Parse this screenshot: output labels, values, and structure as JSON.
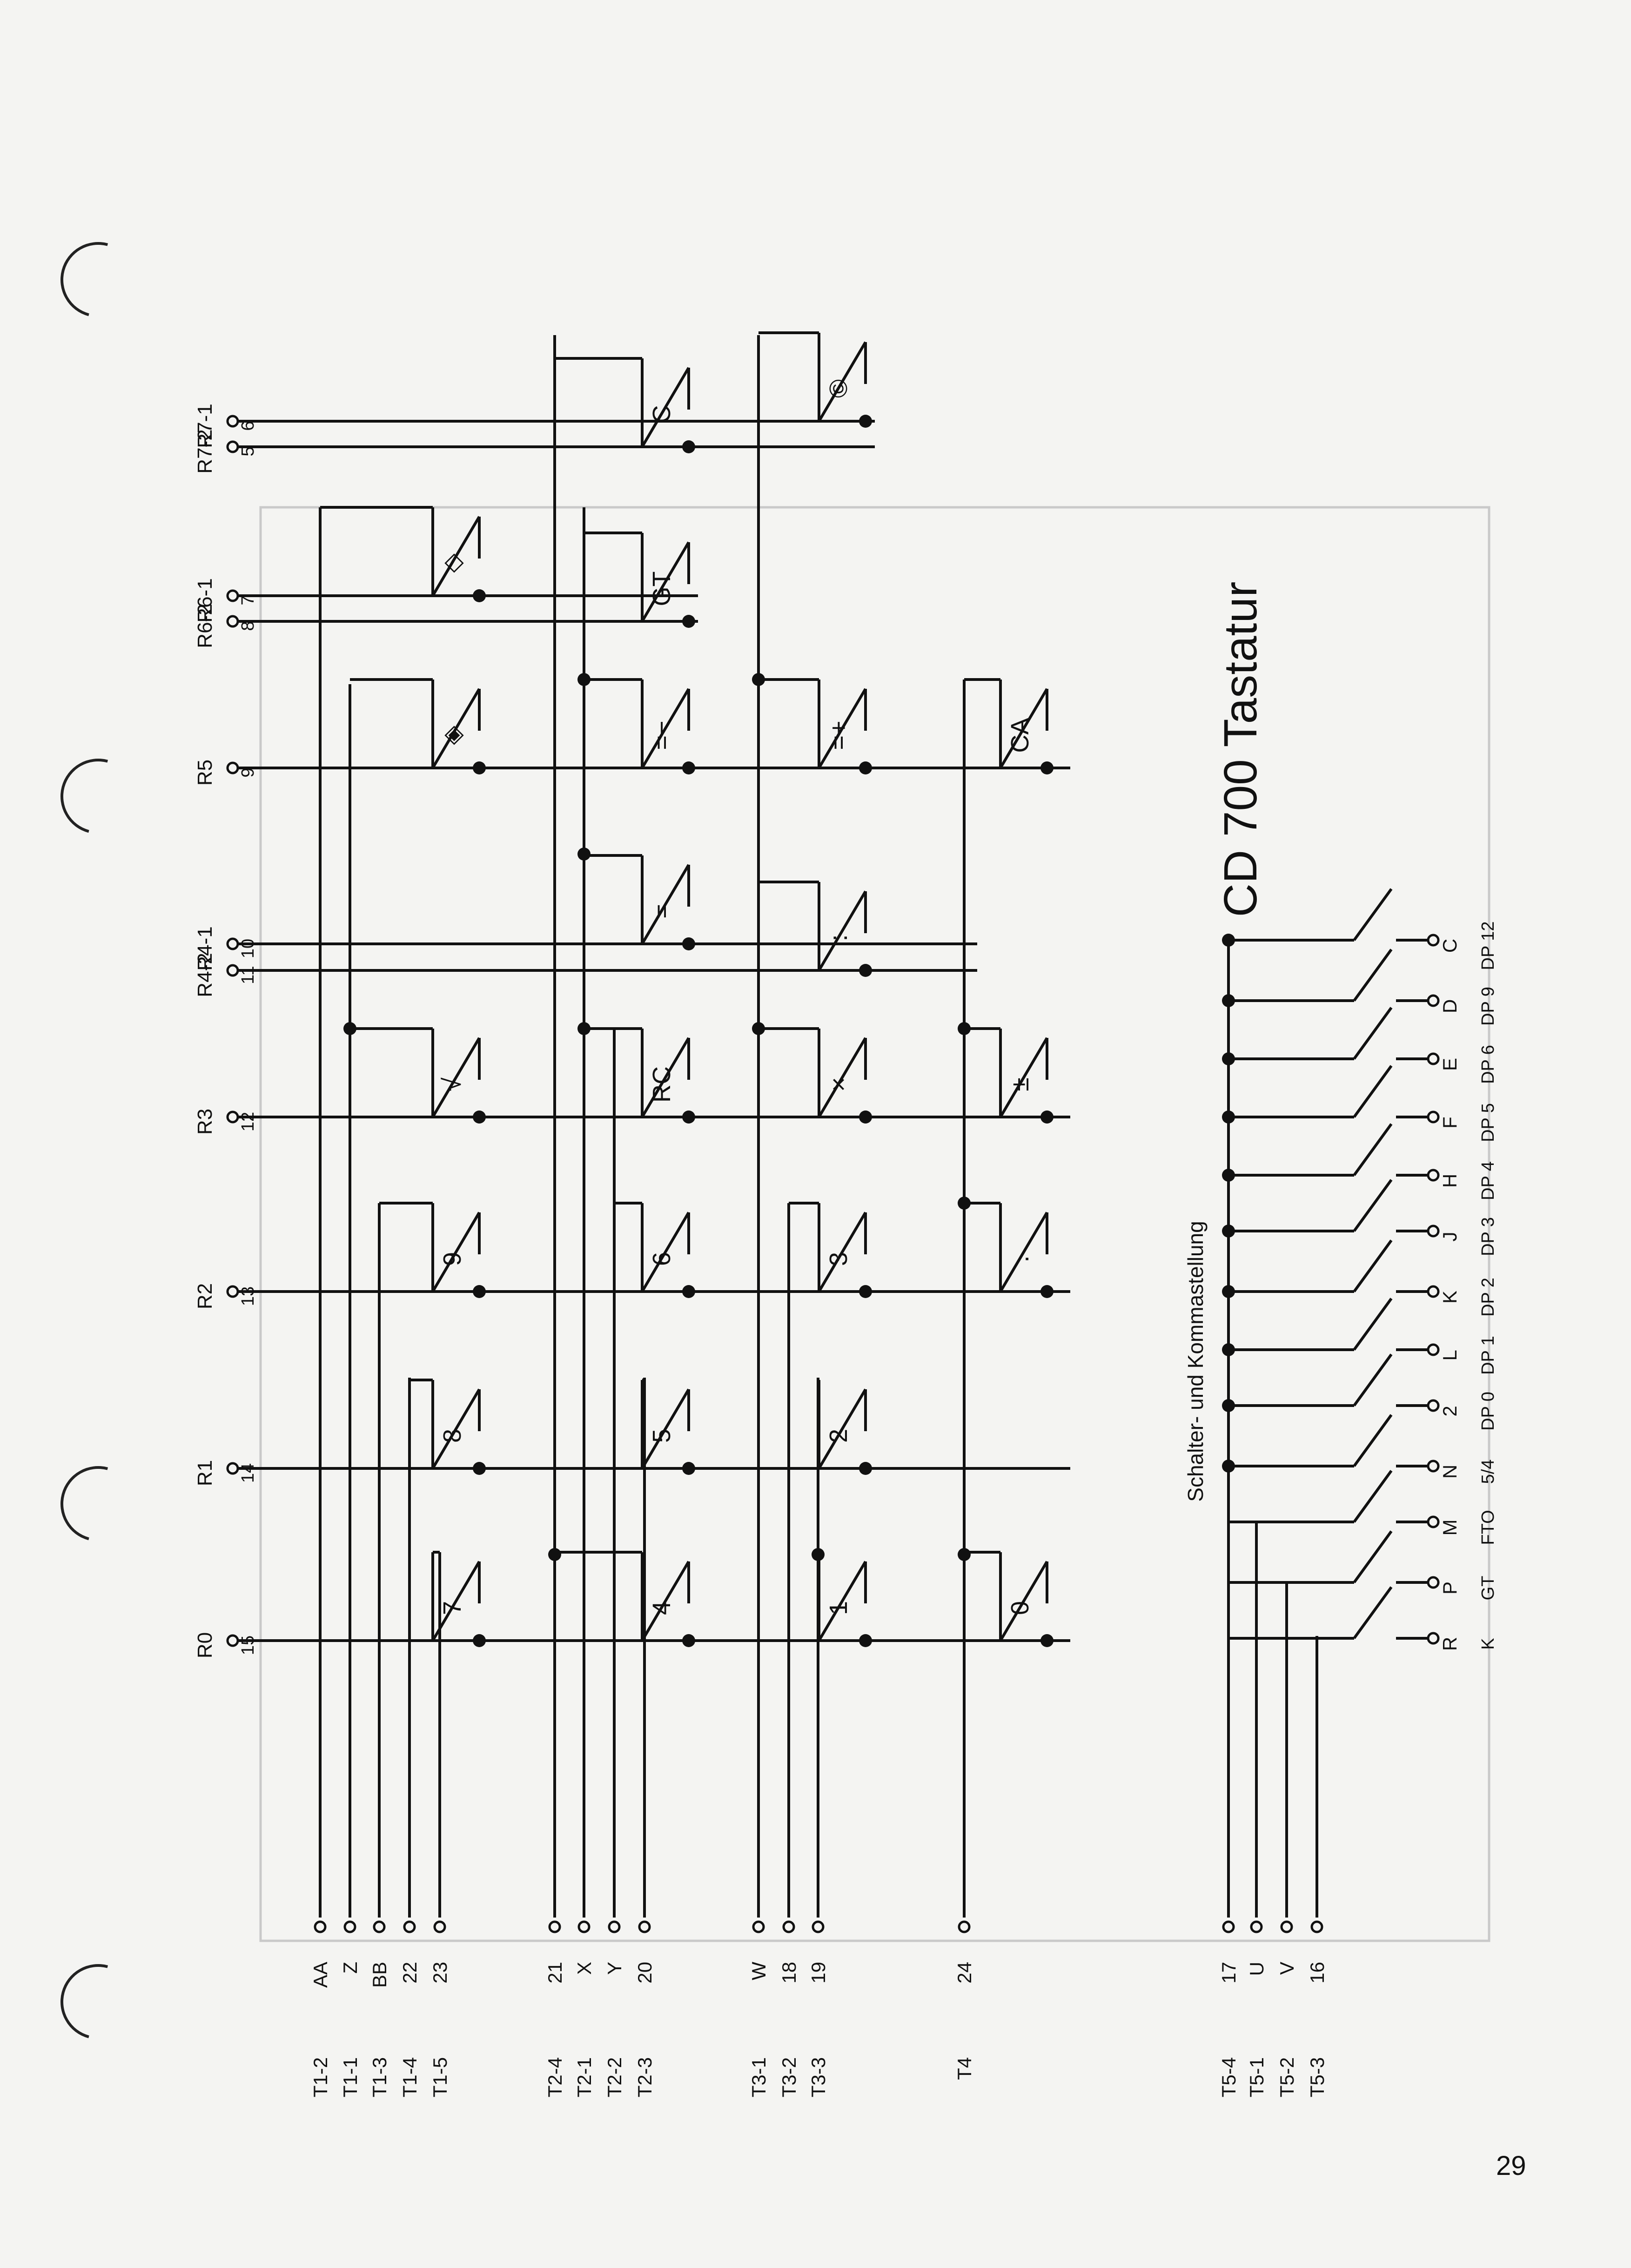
{
  "title": "CD 700 Tastatur",
  "subtitle": "Schalter- und Kommastellung",
  "page_number": "29",
  "row_labels": [
    {
      "name": "R0",
      "pin": "15"
    },
    {
      "name": "R1",
      "pin": "14"
    },
    {
      "name": "R2",
      "pin": "13"
    },
    {
      "name": "R3",
      "pin": "12"
    },
    {
      "name": "R4-2",
      "pin": "11"
    },
    {
      "name": "R4-1",
      "pin": "10"
    },
    {
      "name": "R5",
      "pin": "9"
    },
    {
      "name": "R6-2",
      "pin": "8"
    },
    {
      "name": "R6-1",
      "pin": "7"
    },
    {
      "name": "R7-2",
      "pin": "5"
    },
    {
      "name": "R7-1",
      "pin": "6"
    }
  ],
  "columns": [
    {
      "name": "T1-2",
      "pin": "AA"
    },
    {
      "name": "T1-1",
      "pin": "Z"
    },
    {
      "name": "T1-3",
      "pin": "BB"
    },
    {
      "name": "T1-4",
      "pin": "22"
    },
    {
      "name": "T1-5",
      "pin": "23"
    },
    {
      "name": "T2-4",
      "pin": "21"
    },
    {
      "name": "T2-1",
      "pin": "X"
    },
    {
      "name": "T2-2",
      "pin": "Y"
    },
    {
      "name": "T2-3",
      "pin": "20"
    },
    {
      "name": "T3-1",
      "pin": "W"
    },
    {
      "name": "T3-2",
      "pin": "18"
    },
    {
      "name": "T3-3",
      "pin": "19"
    },
    {
      "name": "T4",
      "pin": "24"
    },
    {
      "name": "T5-4",
      "pin": "17"
    },
    {
      "name": "T5-1",
      "pin": "U"
    },
    {
      "name": "T5-2",
      "pin": "V"
    },
    {
      "name": "T5-3",
      "pin": "16"
    }
  ],
  "keys": [
    "7",
    "8",
    "9",
    "√",
    "◈",
    "◇",
    "4",
    "5",
    "6",
    "RC",
    "=",
    "=−",
    "GT",
    "C",
    "1",
    "2",
    "3",
    "×",
    ":",
    "=+",
    "©",
    "0",
    ".",
    "±",
    "CA"
  ],
  "switches": [
    {
      "letter": "R",
      "pos": "K"
    },
    {
      "letter": "P",
      "pos": "GT"
    },
    {
      "letter": "M",
      "pos": "FTO"
    },
    {
      "letter": "N",
      "pos": "5/4"
    },
    {
      "letter": "2",
      "pos": "DP 0"
    },
    {
      "letter": "L",
      "pos": "DP 1"
    },
    {
      "letter": "K",
      "pos": "DP 2"
    },
    {
      "letter": "J",
      "pos": "DP 3"
    },
    {
      "letter": "H",
      "pos": "DP 4"
    },
    {
      "letter": "F",
      "pos": "DP 5"
    },
    {
      "letter": "E",
      "pos": "DP 6"
    },
    {
      "letter": "D",
      "pos": "DP 9"
    },
    {
      "letter": "C",
      "pos": "DP 12"
    }
  ],
  "colors": {
    "ink": "#111111",
    "paper": "#f4f4f2",
    "ghost": "#c9c9c9"
  }
}
